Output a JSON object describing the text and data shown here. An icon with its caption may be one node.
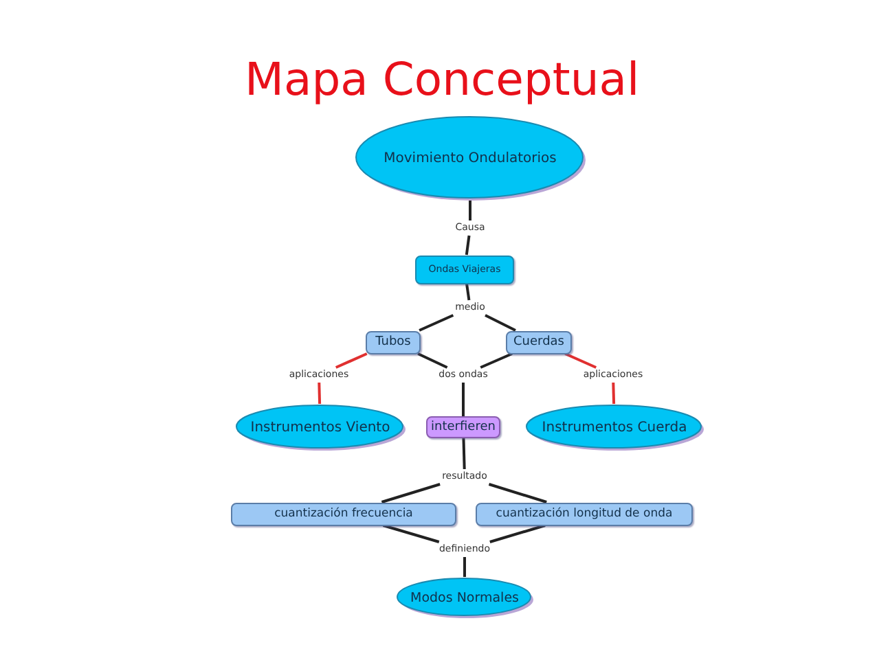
{
  "diagram": {
    "title": "Mapa Conceptual",
    "nodes": [
      {
        "text": [
          "Movimiento Ondulatorios"
        ]
      },
      {
        "text": [
          "Causa"
        ]
      },
      {
        "text": [
          "Ondas Viajeras"
        ]
      },
      {
        "text": [
          "medio"
        ]
      },
      {
        "text": [
          "Tubos"
        ]
      },
      {
        "text": [
          "Cuerdas"
        ]
      },
      {
        "text": [
          "aplicaciones"
        ]
      },
      {
        "text": [
          "dos ondas"
        ]
      },
      {
        "text": [
          "aplicaciones"
        ]
      },
      {
        "text": [
          "Instrumentos Viento"
        ]
      },
      {
        "text": [
          "interfieren"
        ]
      },
      {
        "text": [
          "Instrumentos Cuerda"
        ]
      },
      {
        "text": [
          "resultado"
        ]
      },
      {
        "text": [
          "cuantización frecuencia"
        ]
      },
      {
        "text": [
          "cuantización longitud de onda"
        ]
      },
      {
        "text": [
          "definiendo"
        ]
      },
      {
        "text": [
          "Modos Normales"
        ]
      }
    ],
    "edges": [
      {
        "from": 0,
        "to": 1,
        "arrow": "none"
      },
      {
        "from": 1,
        "to": 2,
        "arrow": "none"
      },
      {
        "from": 2,
        "to": 3,
        "arrow": "none"
      },
      {
        "from": 3,
        "to": 4,
        "arrow": "none"
      },
      {
        "from": 3,
        "to": 5,
        "arrow": "none"
      },
      {
        "from": 4,
        "to": 6,
        "arrow": "none",
        "color": "#e03030"
      },
      {
        "from": 6,
        "to": 9,
        "arrow": "none",
        "color": "#e03030"
      },
      {
        "from": 4,
        "to": 7,
        "arrow": "none"
      },
      {
        "from": 5,
        "to": 7,
        "arrow": "none"
      },
      {
        "from": 7,
        "to": 10,
        "arrow": "none"
      },
      {
        "from": 5,
        "to": 8,
        "arrow": "none",
        "color": "#e03030"
      },
      {
        "from": 8,
        "to": 11,
        "arrow": "none",
        "color": "#e03030"
      },
      {
        "from": 10,
        "to": 12,
        "arrow": "none"
      },
      {
        "from": 12,
        "to": 13,
        "arrow": "none"
      },
      {
        "from": 12,
        "to": 14,
        "arrow": "none"
      },
      {
        "from": 13,
        "to": 15,
        "arrow": "none"
      },
      {
        "from": 14,
        "to": 15,
        "arrow": "none"
      },
      {
        "from": 15,
        "to": 16,
        "arrow": "none"
      }
    ]
  }
}
